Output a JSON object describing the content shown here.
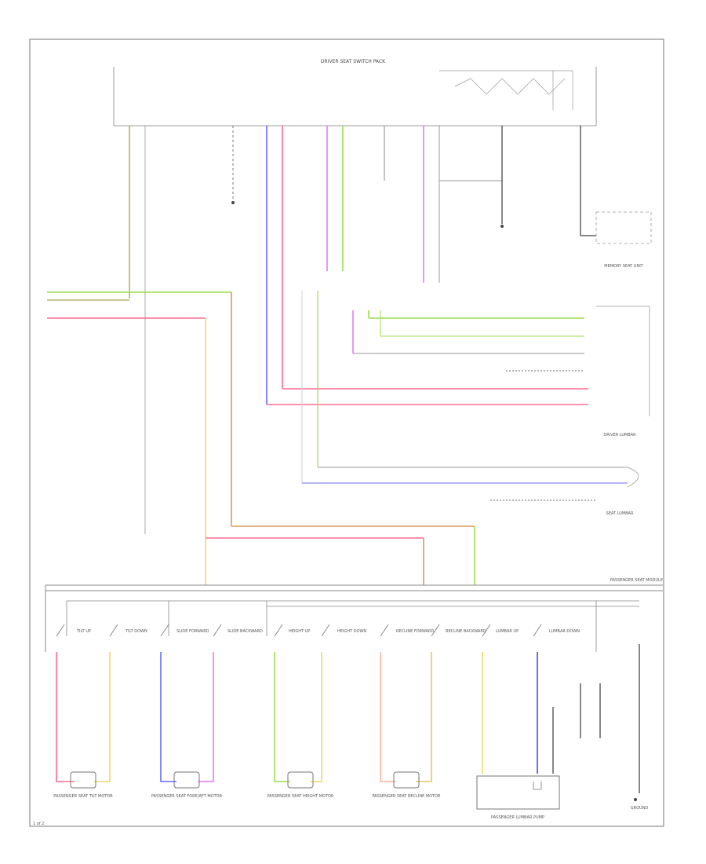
{
  "header": {
    "title": "DRIVER SEAT SWITCH PACK"
  },
  "corner_label": "1 of 2",
  "connectors": {
    "passenger_seat_module": "PASSENGER SEAT MODULE",
    "passenger_lumbar_pump": "PASSENGER LUMBAR PUMP"
  },
  "motors": [
    {
      "label": "PASSENGER SEAT TILT MOTOR"
    },
    {
      "label": "PASSENGER SEAT FORE/AFT MOTOR"
    },
    {
      "label": "PASSENGER SEAT HEIGHT MOTOR"
    },
    {
      "label": "PASSENGER SEAT RECLINE MOTOR"
    }
  ],
  "switches": [
    {
      "label": "TILT UP"
    },
    {
      "label": "TILT DOWN"
    },
    {
      "label": "SLIDE FORWARD"
    },
    {
      "label": "SLIDE BACKWARD"
    },
    {
      "label": "HEIGHT UP"
    },
    {
      "label": "HEIGHT DOWN"
    },
    {
      "label": "RECLINE FORWARD"
    },
    {
      "label": "RECLINE BACKWARD"
    },
    {
      "label": "LUMBAR UP"
    },
    {
      "label": "LUMBAR DOWN"
    }
  ],
  "side_connectors": {
    "memory_unit": "MEMORY SEAT UNIT",
    "driver_lumbar": "DRIVER LUMBAR",
    "seat_lumbar": "SEAT LUMBAR",
    "ground": "GROUND"
  },
  "wire_colors": {
    "green": "#7fd94a",
    "pink": "#ff6d8f",
    "blue": "#6b6bf0",
    "magenta": "#e57cf0",
    "tan": "#d89a5a",
    "yellow": "#e8dc6a",
    "gray": "#8a8a8a",
    "black": "#111111"
  }
}
